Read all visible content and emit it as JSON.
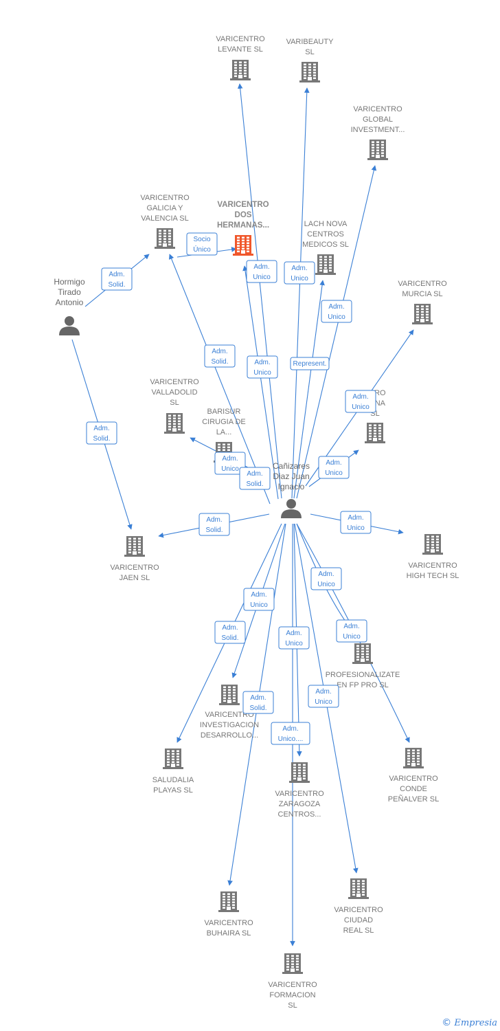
{
  "colors": {
    "edge": "#3a7fd5",
    "building": "#777777",
    "building_highlight": "#f0572b",
    "person": "#666666"
  },
  "copyright": {
    "symbol": "©",
    "brand": "Empresia"
  },
  "persons": [
    {
      "id": "p1",
      "label": [
        "Cañizares",
        "Diaz Juan",
        "Ignacio"
      ]
    },
    {
      "id": "p2",
      "label": [
        "Hormigo",
        "Tirado",
        "Antonio"
      ]
    }
  ],
  "companies": [
    {
      "id": "levante",
      "label": [
        "VARICENTRO",
        "LEVANTE  SL"
      ]
    },
    {
      "id": "varibeauty",
      "label": [
        "VARIBEAUTY",
        "SL"
      ]
    },
    {
      "id": "global",
      "label": [
        "VARICENTRO",
        "GLOBAL",
        "INVESTMENT..."
      ]
    },
    {
      "id": "galicia",
      "label": [
        "VARICENTRO",
        "GALICIA Y",
        "VALENCIA  SL"
      ]
    },
    {
      "id": "dos",
      "label": [
        "VARICENTRO",
        "DOS",
        "HERMANAS..."
      ],
      "highlight": true
    },
    {
      "id": "lach",
      "label": [
        "LACH NOVA",
        "CENTROS",
        "MEDICOS  SL"
      ]
    },
    {
      "id": "murcia",
      "label": [
        "VARICENTRO",
        "MURCIA  SL"
      ]
    },
    {
      "id": "valladolid",
      "label": [
        "VARICENTRO",
        "VALLADOLID",
        "SL"
      ]
    },
    {
      "id": "barisur",
      "label": [
        "BARISUR",
        "CIRUGIA DE",
        "LA..."
      ]
    },
    {
      "id": "barcelona",
      "label": [
        "NTRO",
        "LONA",
        "SL"
      ]
    },
    {
      "id": "jaen",
      "label": [
        "VARICENTRO",
        "JAEN  SL"
      ]
    },
    {
      "id": "hightech",
      "label": [
        "VARICENTRO",
        "HIGH TECH  SL"
      ]
    },
    {
      "id": "profesionalizate",
      "label": [
        "PROFESIONALIZATE",
        "EN FP PRO  SL"
      ]
    },
    {
      "id": "investigacion",
      "label": [
        "VARICENTRO",
        "INVESTIGACION",
        "DESARROLLO..."
      ]
    },
    {
      "id": "saludalia",
      "label": [
        "SALUDALIA",
        "PLAYAS  SL"
      ]
    },
    {
      "id": "zaragoza",
      "label": [
        "VARICENTRO",
        "ZARAGOZA",
        "CENTROS..."
      ]
    },
    {
      "id": "conde",
      "label": [
        "VARICENTRO",
        "CONDE",
        "PEÑALVER  SL"
      ]
    },
    {
      "id": "buhaira",
      "label": [
        "VARICENTRO",
        "BUHAIRA  SL"
      ]
    },
    {
      "id": "ciudadreal",
      "label": [
        "VARICENTRO",
        "CIUDAD",
        "REAL  SL"
      ]
    },
    {
      "id": "formacion",
      "label": [
        "VARICENTRO",
        "FORMACION",
        "SL"
      ]
    }
  ],
  "edges": [
    {
      "from": "p1",
      "to": "levante",
      "label": [
        "Adm.",
        "Unico"
      ]
    },
    {
      "from": "p1",
      "to": "varibeauty",
      "label": [
        "Adm.",
        "Unico"
      ]
    },
    {
      "from": "p1",
      "to": "global",
      "label": [
        "Adm.",
        "Unico"
      ]
    },
    {
      "from": "p1",
      "to": "galicia",
      "label": [
        "Adm.",
        "Solid."
      ]
    },
    {
      "from": "galicia",
      "to": "dos",
      "label": [
        "Socio",
        "Único"
      ]
    },
    {
      "from": "p1",
      "to": "dos",
      "label": [
        "Adm.",
        "Unico"
      ]
    },
    {
      "from": "p1",
      "to": "lach",
      "label": [
        "Represent."
      ]
    },
    {
      "from": "p1",
      "to": "murcia",
      "label": [
        "Adm.",
        "Unico"
      ]
    },
    {
      "from": "p1",
      "to": "valladolid",
      "label": [
        "Adm.",
        "Unico"
      ]
    },
    {
      "from": "p1",
      "to": "barisur",
      "label": [
        "Adm.",
        "Solid."
      ]
    },
    {
      "from": "p1",
      "to": "barcelona",
      "label": [
        "Adm.",
        "Unico"
      ]
    },
    {
      "from": "p1",
      "to": "jaen",
      "label": [
        "Adm.",
        "Solid."
      ]
    },
    {
      "from": "p1",
      "to": "hightech",
      "label": [
        "Adm.",
        "Unico"
      ]
    },
    {
      "from": "p1",
      "to": "profesionalizate",
      "label": [
        "Adm.",
        "Unico"
      ]
    },
    {
      "from": "p1",
      "to": "investigacion",
      "label": [
        "Adm.",
        "Unico"
      ]
    },
    {
      "from": "p1",
      "to": "saludalia",
      "label": [
        "Adm.",
        "Solid."
      ]
    },
    {
      "from": "p1",
      "to": "zaragoza",
      "label": [
        "Adm.",
        "Unico"
      ]
    },
    {
      "from": "p1",
      "to": "conde",
      "label": [
        "Adm.",
        "Unico"
      ]
    },
    {
      "from": "p1",
      "to": "buhaira",
      "label": [
        "Adm.",
        "Solid."
      ]
    },
    {
      "from": "p1",
      "to": "ciudadreal",
      "label": [
        "Adm.",
        "Unico"
      ]
    },
    {
      "from": "p1",
      "to": "formacion",
      "label": [
        "Adm.",
        "Unico...."
      ]
    },
    {
      "from": "p2",
      "to": "galicia",
      "label": [
        "Adm.",
        "Solid."
      ]
    },
    {
      "from": "p2",
      "to": "jaen",
      "label": [
        "Adm.",
        "Solid."
      ]
    }
  ]
}
